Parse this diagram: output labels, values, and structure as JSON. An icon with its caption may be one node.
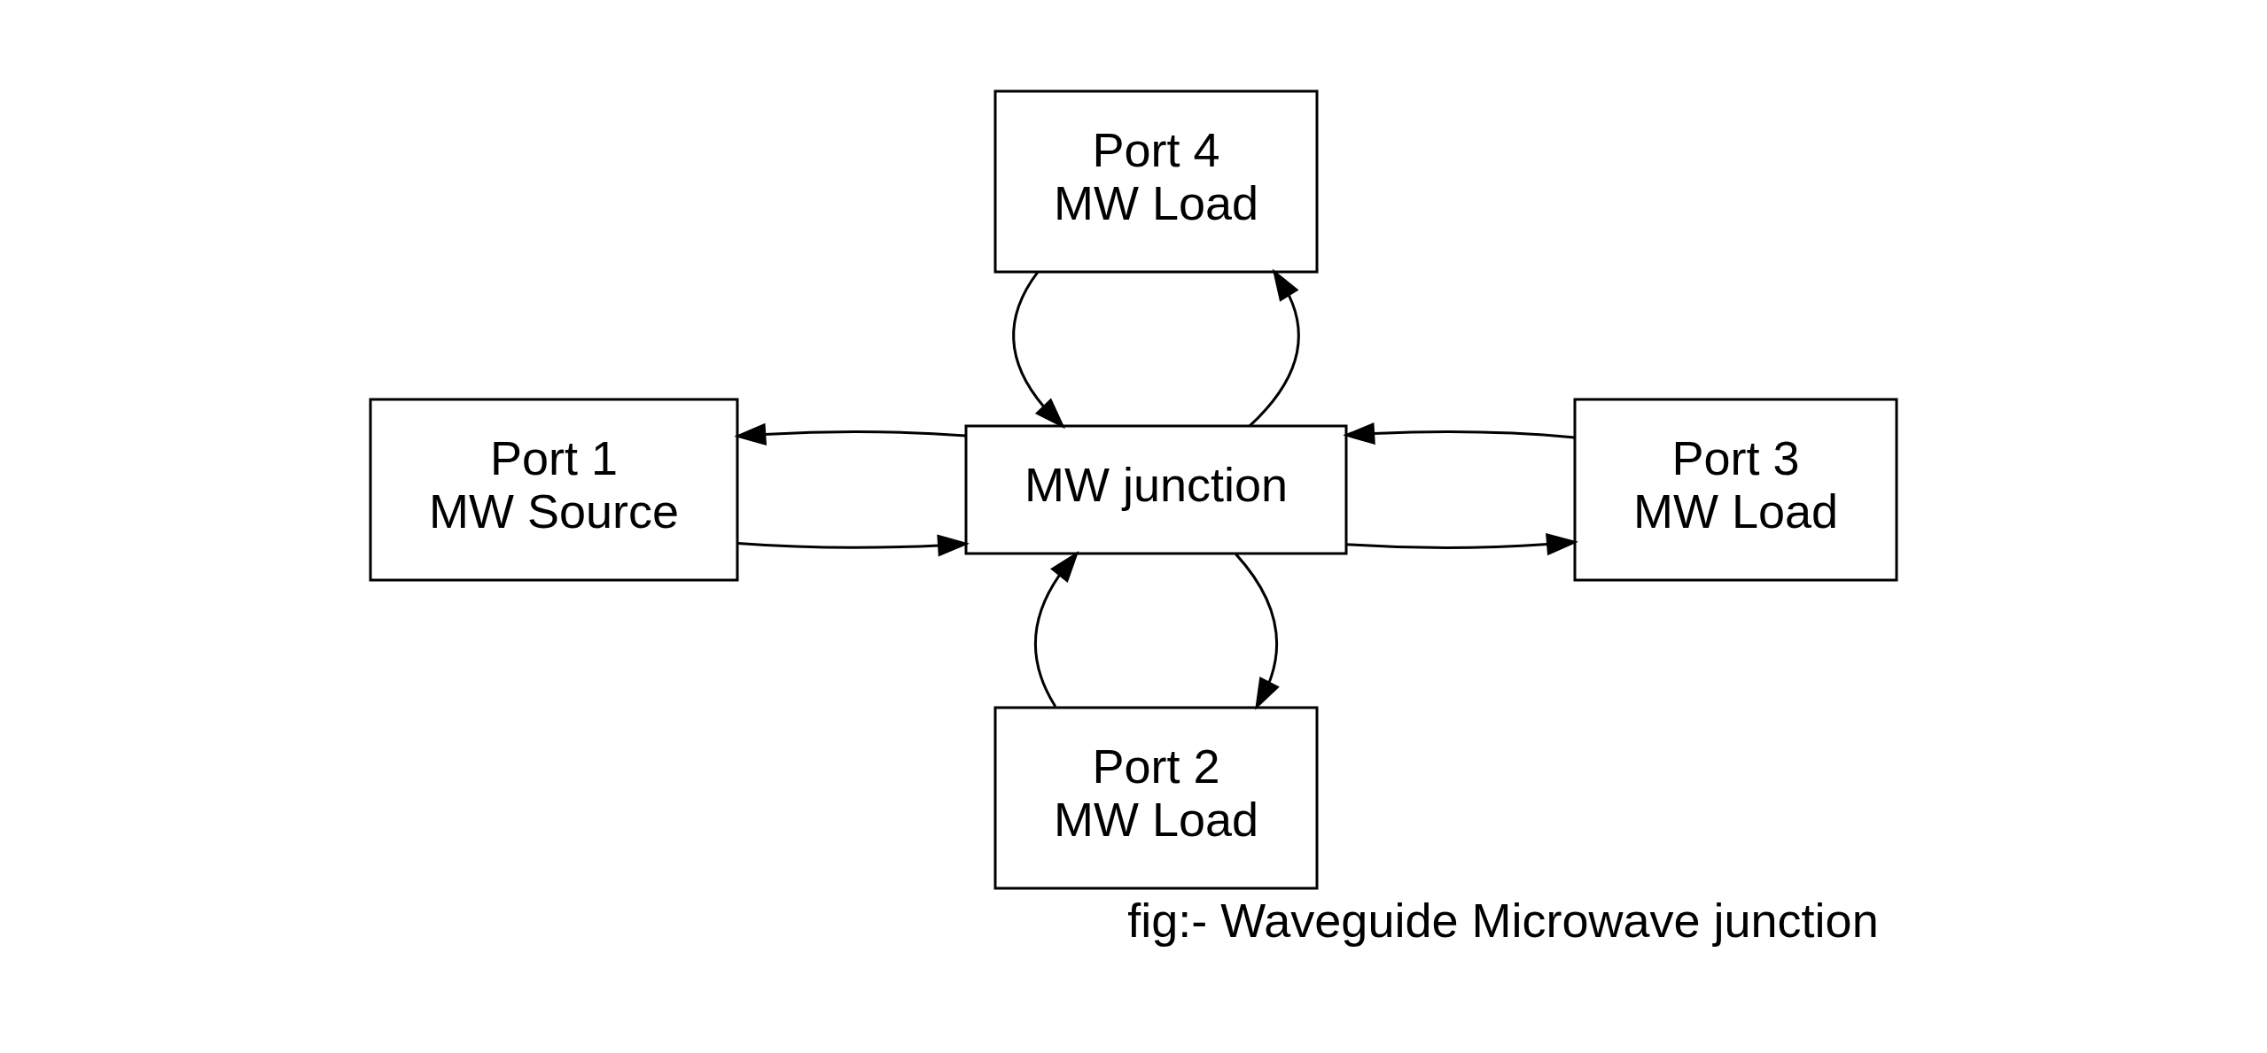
{
  "diagram": {
    "caption": "fig:- Waveguide Microwave junction",
    "nodes": [
      {
        "text": [
          "Port 1",
          "MW Source"
        ]
      },
      {
        "text": [
          "MW junction"
        ]
      },
      {
        "text": [
          "Port 2",
          "MW Load"
        ]
      },
      {
        "text": [
          "Port 3",
          "MW Load"
        ]
      },
      {
        "text": [
          "Port 4",
          "MW Load"
        ]
      }
    ],
    "edges": [
      {
        "from": 0,
        "to": 1,
        "arrow": "to"
      },
      {
        "from": 1,
        "to": 0,
        "arrow": "to"
      },
      {
        "from": 1,
        "to": 2,
        "arrow": "to"
      },
      {
        "from": 2,
        "to": 1,
        "arrow": "to"
      },
      {
        "from": 1,
        "to": 3,
        "arrow": "to"
      },
      {
        "from": 3,
        "to": 1,
        "arrow": "to"
      },
      {
        "from": 1,
        "to": 4,
        "arrow": "to"
      },
      {
        "from": 4,
        "to": 1,
        "arrow": "to"
      }
    ]
  }
}
